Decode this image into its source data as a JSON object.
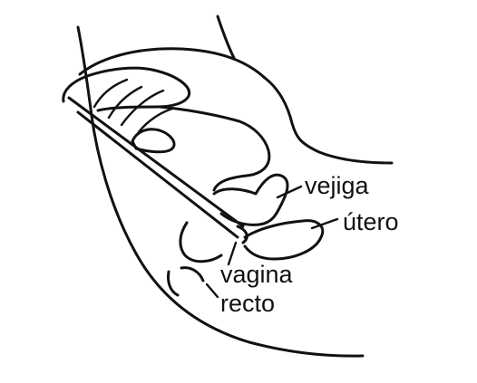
{
  "diagram": {
    "labels": {
      "bladder": "vejiga",
      "uterus": "útero",
      "vagina": "vagina",
      "rectum": "recto"
    },
    "colors": {
      "ink": "#111111",
      "background": "#ffffff"
    }
  }
}
